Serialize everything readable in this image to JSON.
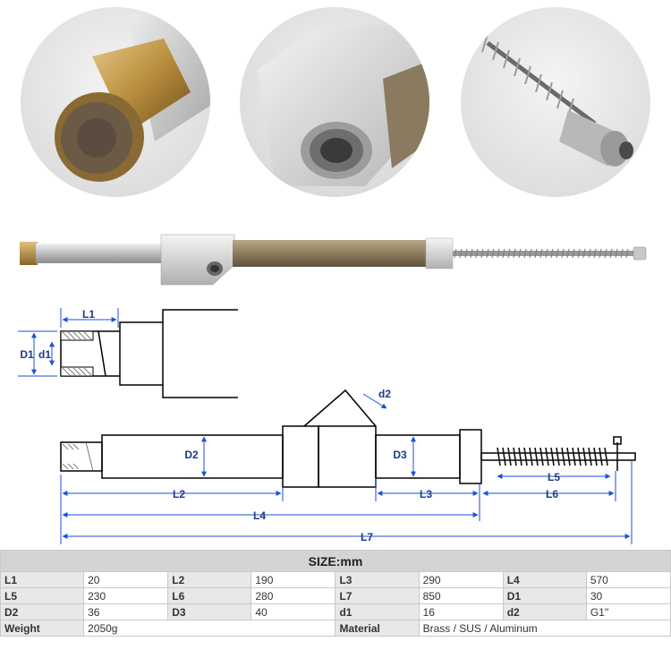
{
  "diagram": {
    "labels": {
      "L1": "L1",
      "D1": "D1",
      "d1": "d1",
      "d2": "d2",
      "D2": "D2",
      "D3": "D3",
      "L2": "L2",
      "L3": "L3",
      "L4": "L4",
      "L5": "L5",
      "L6": "L6",
      "L7": "L7"
    }
  },
  "table": {
    "title": "SIZE:mm",
    "rows": [
      [
        {
          "label": "L1",
          "value": "20"
        },
        {
          "label": "L2",
          "value": "190"
        },
        {
          "label": "L3",
          "value": "290"
        },
        {
          "label": "L4",
          "value": "570"
        }
      ],
      [
        {
          "label": "L5",
          "value": "230"
        },
        {
          "label": "L6",
          "value": "280"
        },
        {
          "label": "L7",
          "value": "850"
        },
        {
          "label": "D1",
          "value": "30"
        }
      ],
      [
        {
          "label": "D2",
          "value": "36"
        },
        {
          "label": "D3",
          "value": "40"
        },
        {
          "label": "d1",
          "value": "16"
        },
        {
          "label": "d2",
          "value": "G1''"
        }
      ]
    ],
    "last_row": {
      "weight_label": "Weight",
      "weight_value": "2050g",
      "material_label": "Material",
      "material_value": "Brass / SUS / Aluminum"
    }
  },
  "colors": {
    "brass": "#b08a45",
    "aluminum": "#cfcfcf",
    "tube": "#8e7b5e",
    "dimension_blue": "#1a4fd8"
  }
}
